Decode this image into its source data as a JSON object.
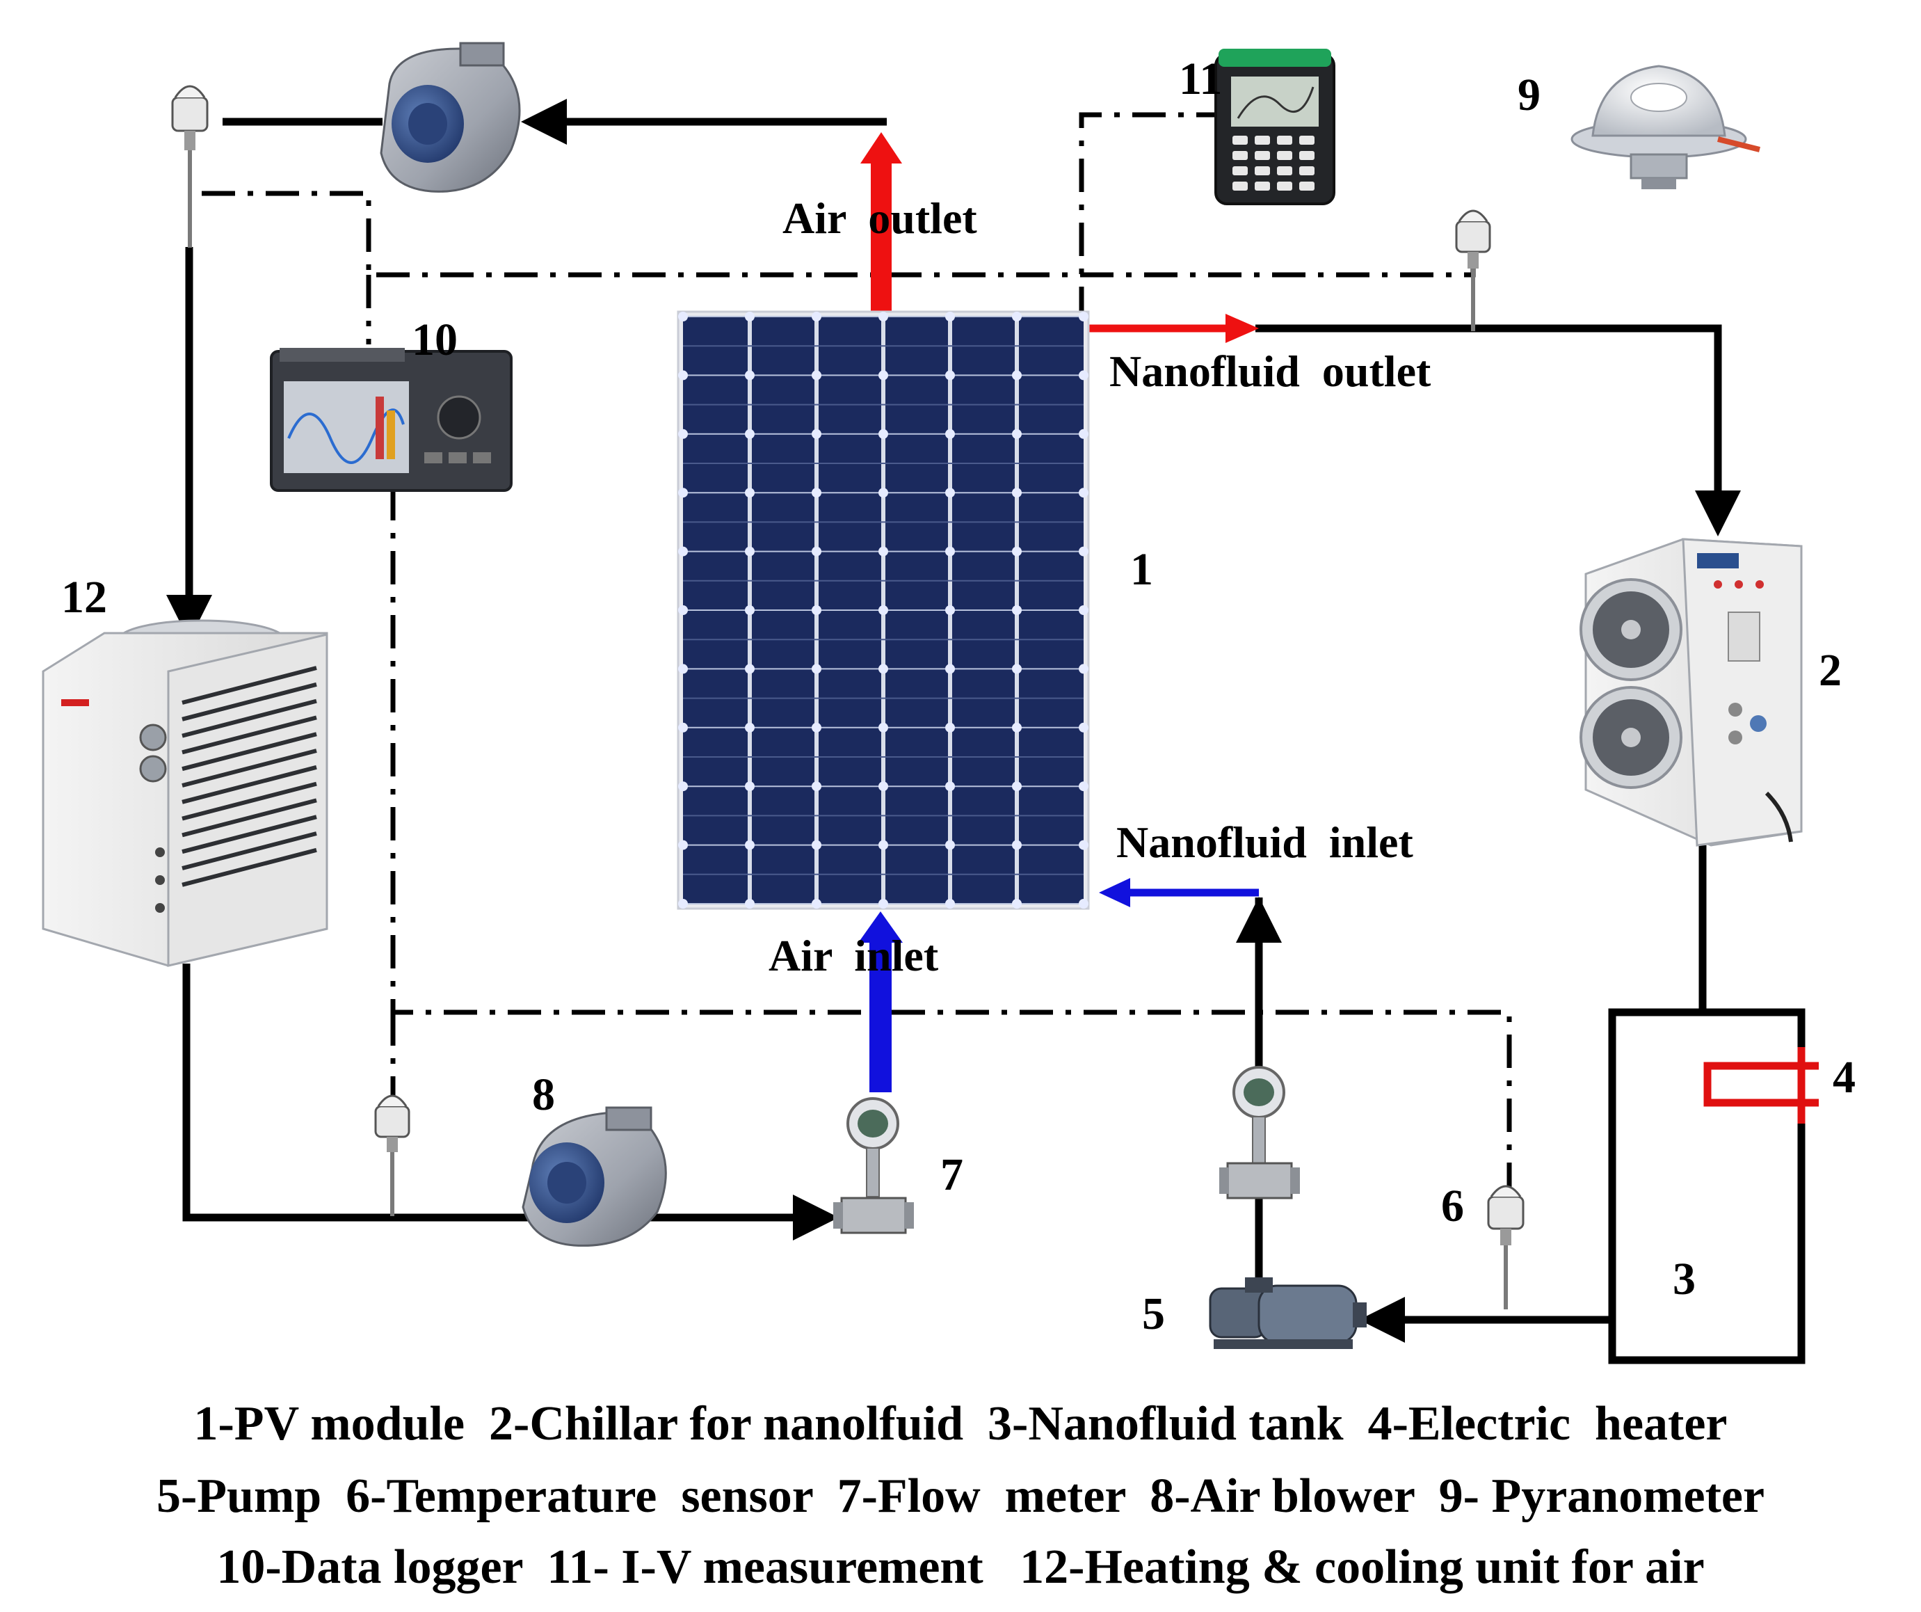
{
  "labels": {
    "air_outlet": "Air  outlet",
    "air_inlet": "Air  inlet",
    "nanofluid_outlet": "Nanofluid  outlet",
    "nanofluid_inlet": "Nanofluid  inlet"
  },
  "numbers": {
    "n1": "1",
    "n2": "2",
    "n3": "3",
    "n4": "4",
    "n5": "5",
    "n6": "6",
    "n7": "7",
    "n8": "8",
    "n9": "9",
    "n10": "10",
    "n11": "11",
    "n12": "12"
  },
  "legend": {
    "line1": "1-PV module  2-Chillar for nanolfuid  3-Nanofluid tank  4-Electric  heater",
    "line2": "5-Pump  6-Temperature  sensor  7-Flow  meter  8-Air blower  9- Pyranometer",
    "line3": "10-Data logger  11- I-V measurement   12-Heating & cooling unit for air"
  },
  "colors": {
    "pv_panel": "#1b2a5e",
    "hot_flow": "#ee1111",
    "cold_flow": "#1111dd",
    "pipe": "#000000",
    "heater": "#e01010"
  }
}
